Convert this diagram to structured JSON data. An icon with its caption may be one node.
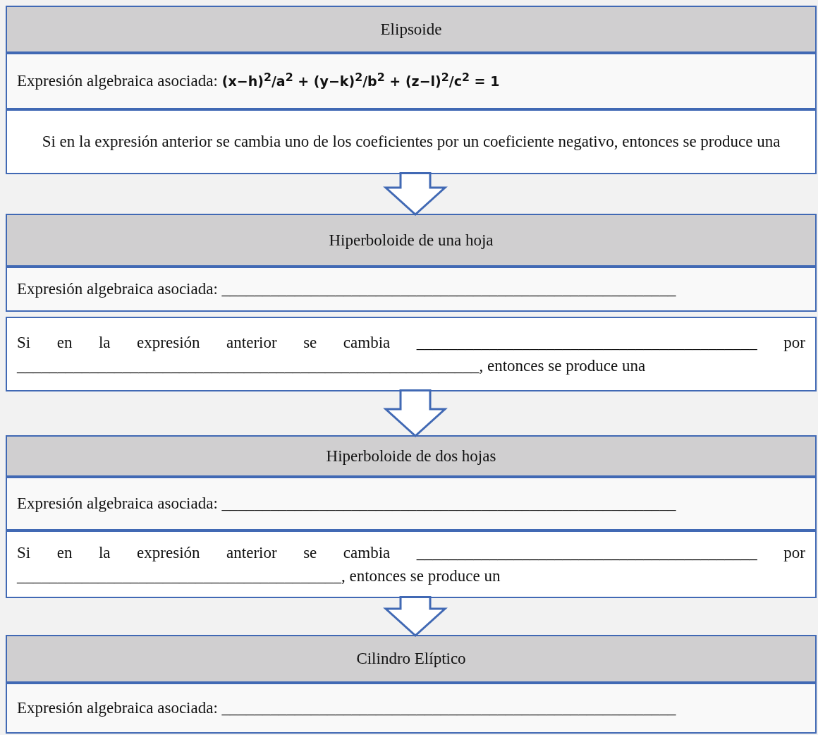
{
  "diagram": {
    "nodes": [
      {
        "text": [
          "Elipsoide"
        ]
      },
      {
        "text": [
          "Expresión algebraica asociada:",
          "(x−h)$^{2}$/a$^{2}$ + (y−k)$^{2}$/b$^{2}$ + (z−l)$^{2}$/c$^{2}$ = 1"
        ]
      },
      {
        "text": [
          "Si en la expresión anterior se cambia uno de los coeficientes por un coeficiente negativo, entonces se produce una"
        ]
      },
      {
        "text": [
          "Hiperboloide de una hoja"
        ]
      },
      {
        "text": [
          "Expresión algebraica asociada: ________________________________________________________"
        ]
      },
      {
        "text": [
          "Si en la expresión anterior se cambia __________________________________________ por _________________________________________________________, entonces se produce una"
        ]
      },
      {
        "text": [
          "Hiperboloide de dos hojas"
        ]
      },
      {
        "text": [
          "Expresión algebraica asociada: ________________________________________________________"
        ]
      },
      {
        "text": [
          "Si en la expresión anterior se cambia __________________________________________ por ________________________________________, entonces se produce un"
        ]
      },
      {
        "text": [
          "Cilindro Elíptico"
        ]
      },
      {
        "text": [
          "Expresión algebraica asociada: ________________________________________________________"
        ]
      }
    ],
    "edges": [
      {
        "from": 2,
        "to": 3,
        "arrow": "to"
      },
      {
        "from": 5,
        "to": 6,
        "arrow": "to"
      },
      {
        "from": 8,
        "to": 9,
        "arrow": "to"
      }
    ]
  }
}
